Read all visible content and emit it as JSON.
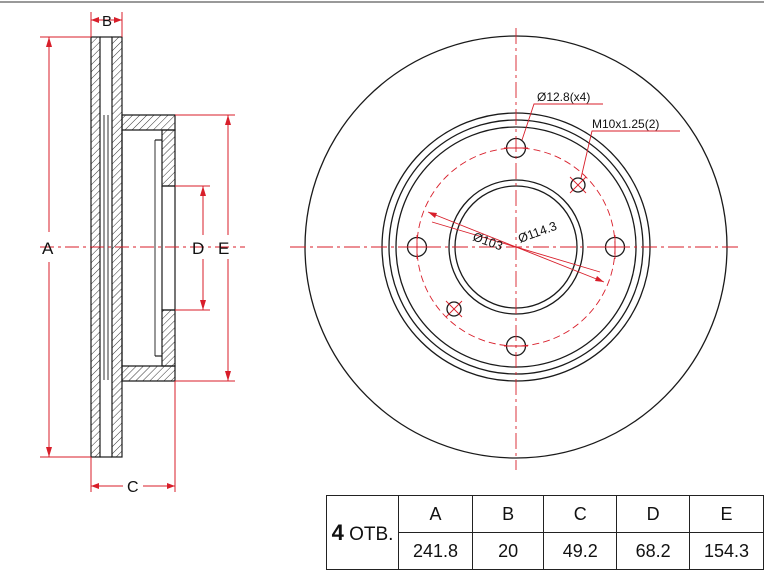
{
  "labels": {
    "side_a": "A",
    "side_b": "B",
    "side_c": "C",
    "side_d": "D",
    "side_e": "E",
    "bolt_hole": "Ø12.8(x4)",
    "thread": "M10x1.25(2)",
    "center_bore": "Ø103",
    "pcd": "Ø114.3"
  },
  "table": {
    "holes_count": "4",
    "holes_unit": "ОТВ.",
    "headers": [
      "A",
      "B",
      "C",
      "D",
      "E"
    ],
    "values": [
      "241.8",
      "20",
      "49.2",
      "68.2",
      "154.3"
    ]
  },
  "colors": {
    "line": "#1a1a1a",
    "dimension": "#d81e2a",
    "hatch": "#333333"
  }
}
